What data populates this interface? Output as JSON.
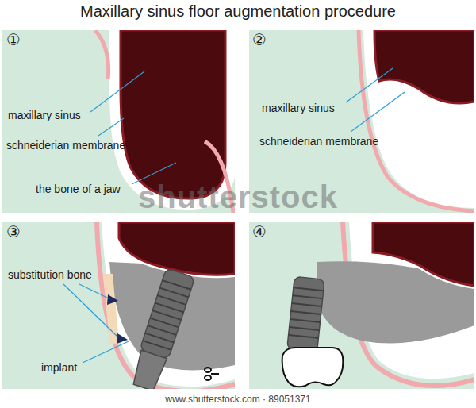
{
  "diagram": {
    "title": "Maxillary sinus floor augmentation procedure",
    "nodes": [
      {
        "text": [
          "①",
          "maxillary sinus",
          "schneiderian membrane",
          "the bone of a jaw"
        ]
      },
      {
        "text": [
          "②",
          "maxillary sinus",
          "schneiderian membrane"
        ]
      },
      {
        "text": [
          "③",
          "substitution bone",
          "implant"
        ]
      },
      {
        "text": [
          "④"
        ]
      }
    ],
    "labels": [
      "shutterstock",
      "www.shutterstock.com · 89051371"
    ]
  }
}
